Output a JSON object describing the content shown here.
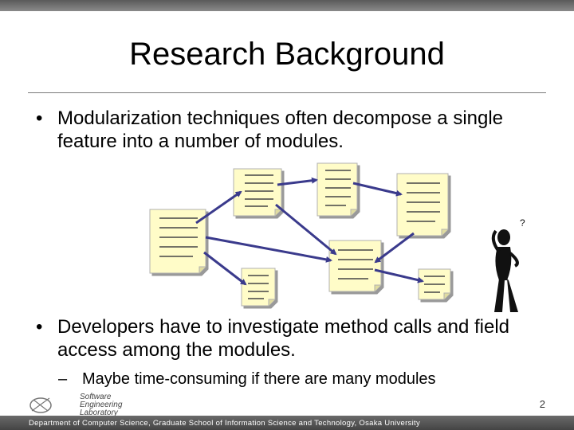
{
  "slide": {
    "title": "Research Background",
    "bullets": [
      {
        "mark": "•",
        "text": "Modularization techniques often decompose a single feature into a number of modules."
      },
      {
        "mark": "•",
        "text": "Developers have to investigate method calls and field access among the modules."
      }
    ],
    "sub_bullet": {
      "mark": "–",
      "text": "Maybe time-consuming if there are many modules"
    },
    "page_number": "2",
    "footer": "Department of Computer Science, Graduate School of Information Science and Technology, Osaka University",
    "logo_lines": [
      "Software",
      "Engineering",
      "Laboratory"
    ]
  },
  "colors": {
    "document_fill": "#fffcc8",
    "document_border": "#b0b0b0",
    "arrow": "#3a3a8c",
    "band": "#555555"
  }
}
